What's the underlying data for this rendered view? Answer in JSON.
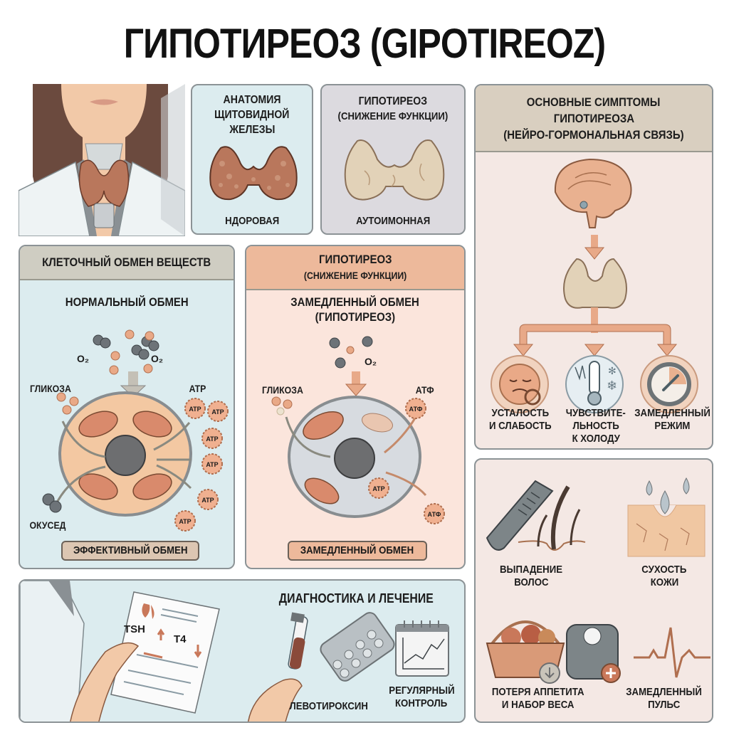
{
  "title": "ГИПОТИРЕОЗ (GIPOTIREOZ)",
  "anatomy_panel": {
    "heading_lines": [
      "АНАТОМИЯ",
      "ЩИТОВИДНОЙ",
      "ЖЕЛЕЗЫ"
    ],
    "caption": "НДОРОВАЯ"
  },
  "hypo_panel": {
    "heading_lines": [
      "ГИПОТИРЕОЗ",
      "(СНИЖЕНИЕ ФУНКЦИИ)"
    ],
    "caption": "АУТОИМОННАЯ"
  },
  "symptoms_panel": {
    "heading_lines": [
      "ОСНОВНЫЕ СИМПТОМЫ",
      "ГИПОТИРЕОЗА",
      "(НЕЙРО-ГОРМОНАЛЬНАЯ СВЯЗЬ)"
    ],
    "items": [
      {
        "icon": "tired-face-icon",
        "lines": [
          "УСТАЛОСТЬ",
          "И СЛАБОСТЬ"
        ]
      },
      {
        "icon": "thermometer-cold-icon",
        "lines": [
          "ЧУВСТВИТЕ-",
          "ЛЬНОСТЬ",
          "К ХОЛОДУ"
        ]
      },
      {
        "icon": "gauge-icon",
        "lines": [
          "ЗАМЕДЛЕННЫЙ",
          "РЕЖИМ"
        ]
      }
    ]
  },
  "metabolism_panel": {
    "header": "КЛЕТОЧНЫЙ ОБМЕН ВЕЩЕСТВ",
    "subtitle": "НОРМАЛЬНЫЙ ОБМЕН",
    "o2_left": "O₂",
    "o2_right": "O₂",
    "glucose_label": "ГЛИКОЗА",
    "atp_label": "ATP",
    "oxygen_label": "ОКУСЕД",
    "atp_badges": [
      "ATP",
      "ATP",
      "ATP",
      "ATP",
      "ATP",
      "ATP"
    ],
    "footer": "ЭФФЕКТИВНЫЙ ОБМЕН"
  },
  "slow_panel": {
    "header_lines": [
      "ГИПОТИРЕОЗ",
      "(СНИЖЕНИЕ ФУНКЦИИ)"
    ],
    "subtitle_lines": [
      "ЗАМЕДЛЕННЫЙ ОБМЕН",
      "(ГИПОТИРЕОЗ)"
    ],
    "o2": "O₂",
    "glucose_label": "ГЛИКОЗА",
    "atp_label": "АТФ",
    "atp_badges": [
      "АТФ",
      "ATP",
      "АТФ"
    ],
    "footer": "ЗАМЕДЛЕННЫЙ ОБМЕН"
  },
  "symptoms2_panel": {
    "items": [
      {
        "icon": "comb-hair-icon",
        "lines": [
          "ВЫПАДЕНИЕ",
          "ВОЛОС"
        ]
      },
      {
        "icon": "dry-skin-icon",
        "lines": [
          "СУХОСТЬ",
          "КОЖИ"
        ]
      },
      {
        "icon": "basket-scale-icon",
        "lines": [
          "ПОТЕРЯ АППЕТИТА",
          "И НАБОР ВЕСА"
        ]
      },
      {
        "icon": "pulse-icon",
        "lines": [
          "ЗАМЕДЛЕННЫЙ",
          "ПУЛЬС"
        ]
      }
    ]
  },
  "diagnostics_panel": {
    "header": "ДИАГНОСТИКА И ЛЕЧЕНИЕ",
    "tsh": "TSH",
    "t4": "T4",
    "medication": "ЛЕВОТИРОКСИН",
    "control_lines": [
      "РЕГУЛЯРНЫЙ",
      "КОНТРОЛЬ"
    ]
  },
  "colors": {
    "panel_blue": "#dcecef",
    "panel_grey": "#dcdadf",
    "panel_pink": "#f4e8e4",
    "header_salmon": "#edb99b",
    "thyroid_healthy": "#b9775c",
    "thyroid_hypo": "#e2d2b8",
    "arrow": "#e8a988",
    "cell_normal": "#f3c8a2",
    "cell_slow": "#d7dbe0"
  }
}
